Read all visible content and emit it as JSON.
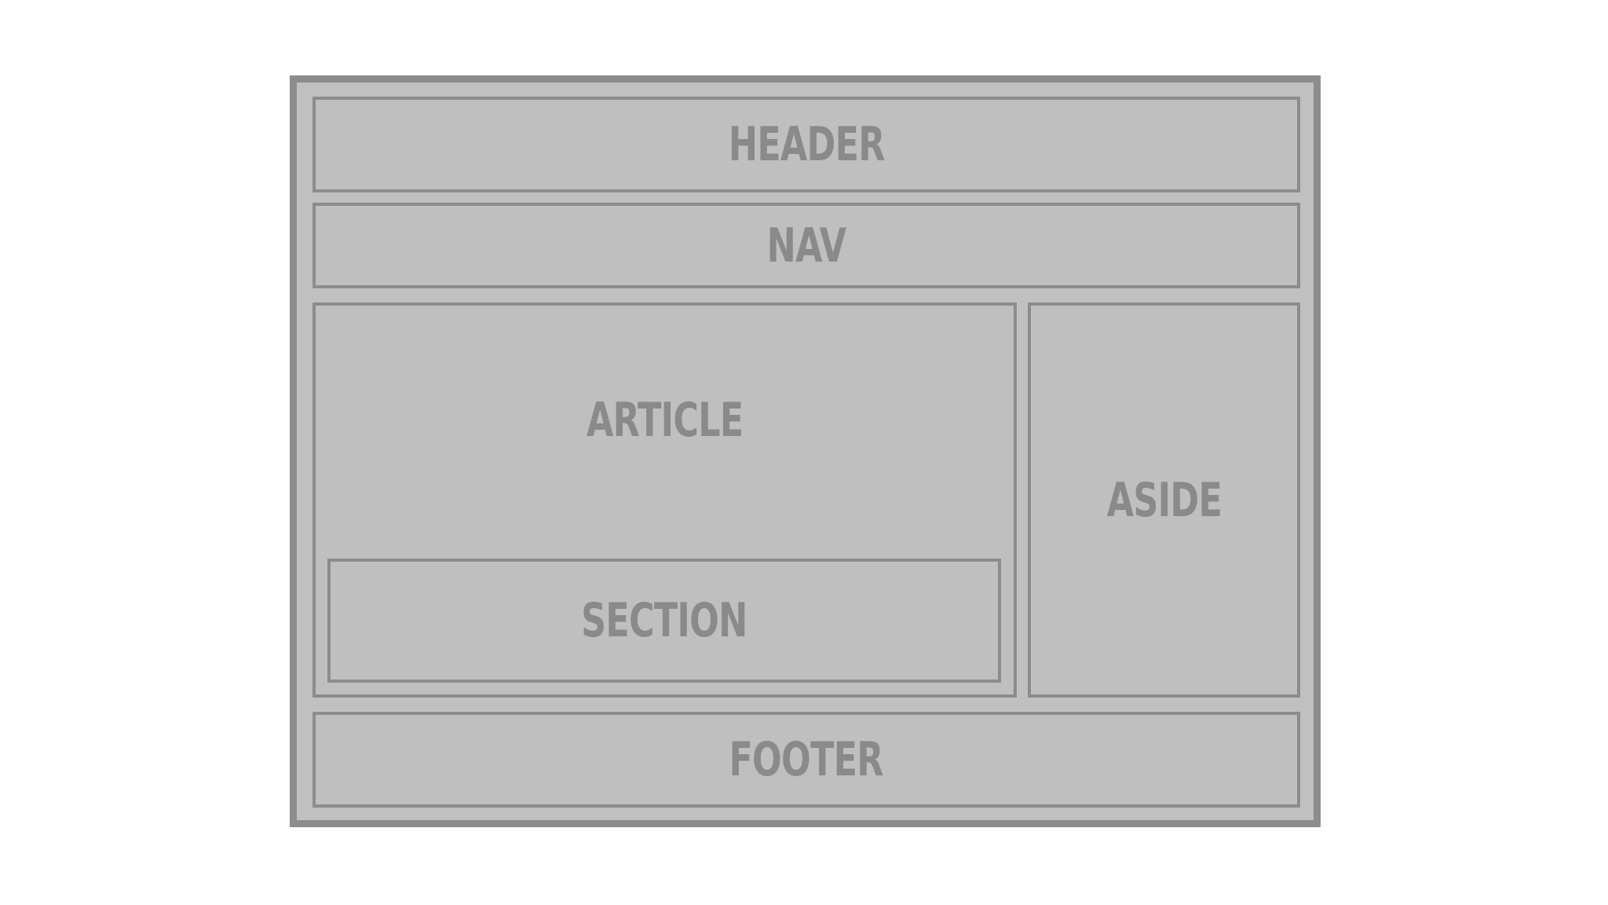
{
  "diagram": {
    "header_label": "HEADER",
    "nav_label": "NAV",
    "article_label": "ARTICLE",
    "section_label": "SECTION",
    "aside_label": "ASIDE",
    "footer_label": "FOOTER"
  },
  "colors": {
    "background": "#ffffff",
    "box_fill": "#c0c0c0",
    "border": "#8c8c8c",
    "text": "#8a8a8a"
  }
}
